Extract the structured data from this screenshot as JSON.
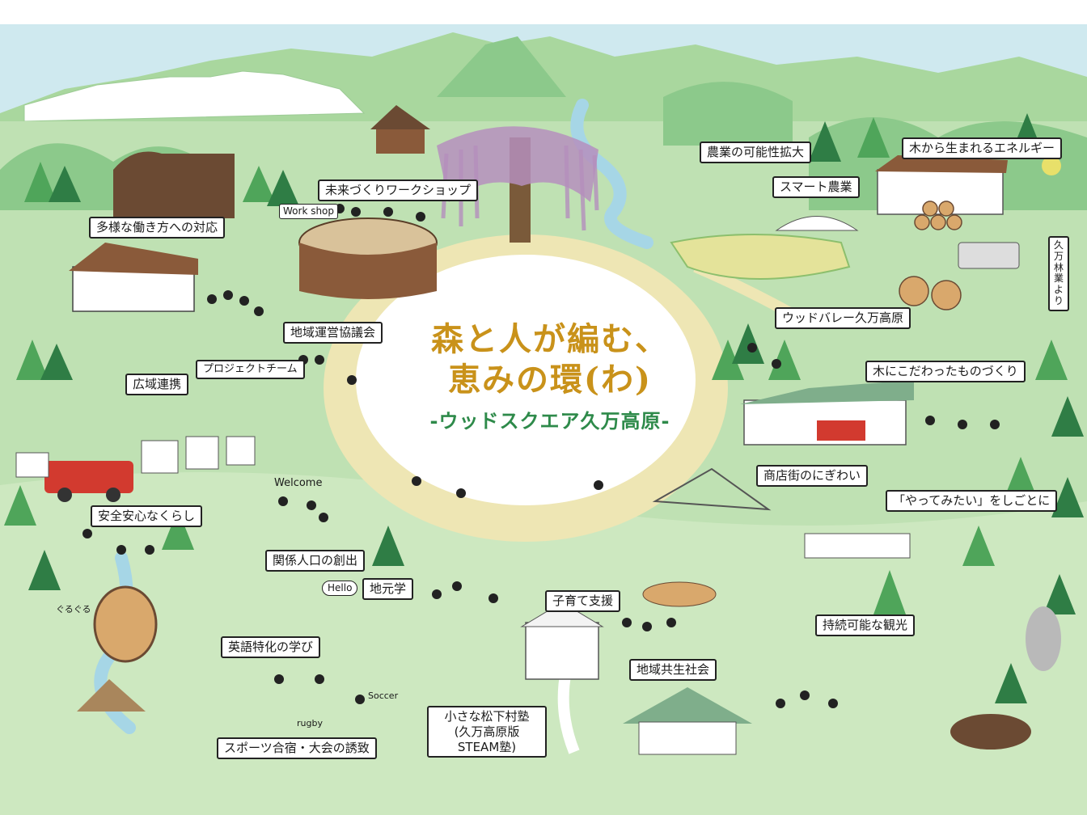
{
  "title": {
    "line1": "森と人が編む、",
    "line2": "恵みの環(わ)",
    "line3": "-ウッドスクエア久万高原-"
  },
  "labels": {
    "agri_expand": "農業の可能性拡大",
    "energy": "木から生まれるエネルギー",
    "smart_agri": "スマート農業",
    "future_ws": "未来づくりワークショップ",
    "work_styles": "多様な働き方への対応",
    "kuma_forestry": "久万林業より",
    "regional_council": "地域運営協議会",
    "wood_valley": "ウッドバレー久万高原",
    "wide_area": "広域連携",
    "project_team": "プロジェクトチーム",
    "wood_crafts": "木にこだわったものづくり",
    "shopping_street": "商店街のにぎわい",
    "safety": "安全安心なくらし",
    "want_to_try": "「やってみたい」をしごとに",
    "related_pop": "関係人口の創出",
    "local_studies": "地元学",
    "childcare": "子育て支援",
    "english": "英語特化の学び",
    "tourism": "持続可能な観光",
    "coexistence": "地域共生社会",
    "sports": "スポーツ合宿・大会の誘致",
    "juku": "小さな松下村塾 (久万高原版STEAM塾)"
  },
  "signs": {
    "workshop": "Work shop",
    "welcome": "Welcome",
    "hello": "Hello",
    "soccer": "Soccer",
    "rugby": "rugby",
    "bye": "ぐるぐる"
  },
  "colors": {
    "field": "#bfe1b3",
    "hill": "#8cc98b",
    "tree": "#4fa55a",
    "tree_dark": "#2f7d45",
    "mountain": "#a9d79e",
    "sky": "#cfe9ef",
    "snow": "#ffffff",
    "path": "#eee6b4",
    "title_gold": "#c9921a",
    "title_green": "#2e8a4a",
    "roof_brown": "#8a5a3a",
    "truck_red": "#d23a2f",
    "stump": "#8a5a3a",
    "blossom": "#b58fbd",
    "sun_yellow": "#e8e06a"
  }
}
